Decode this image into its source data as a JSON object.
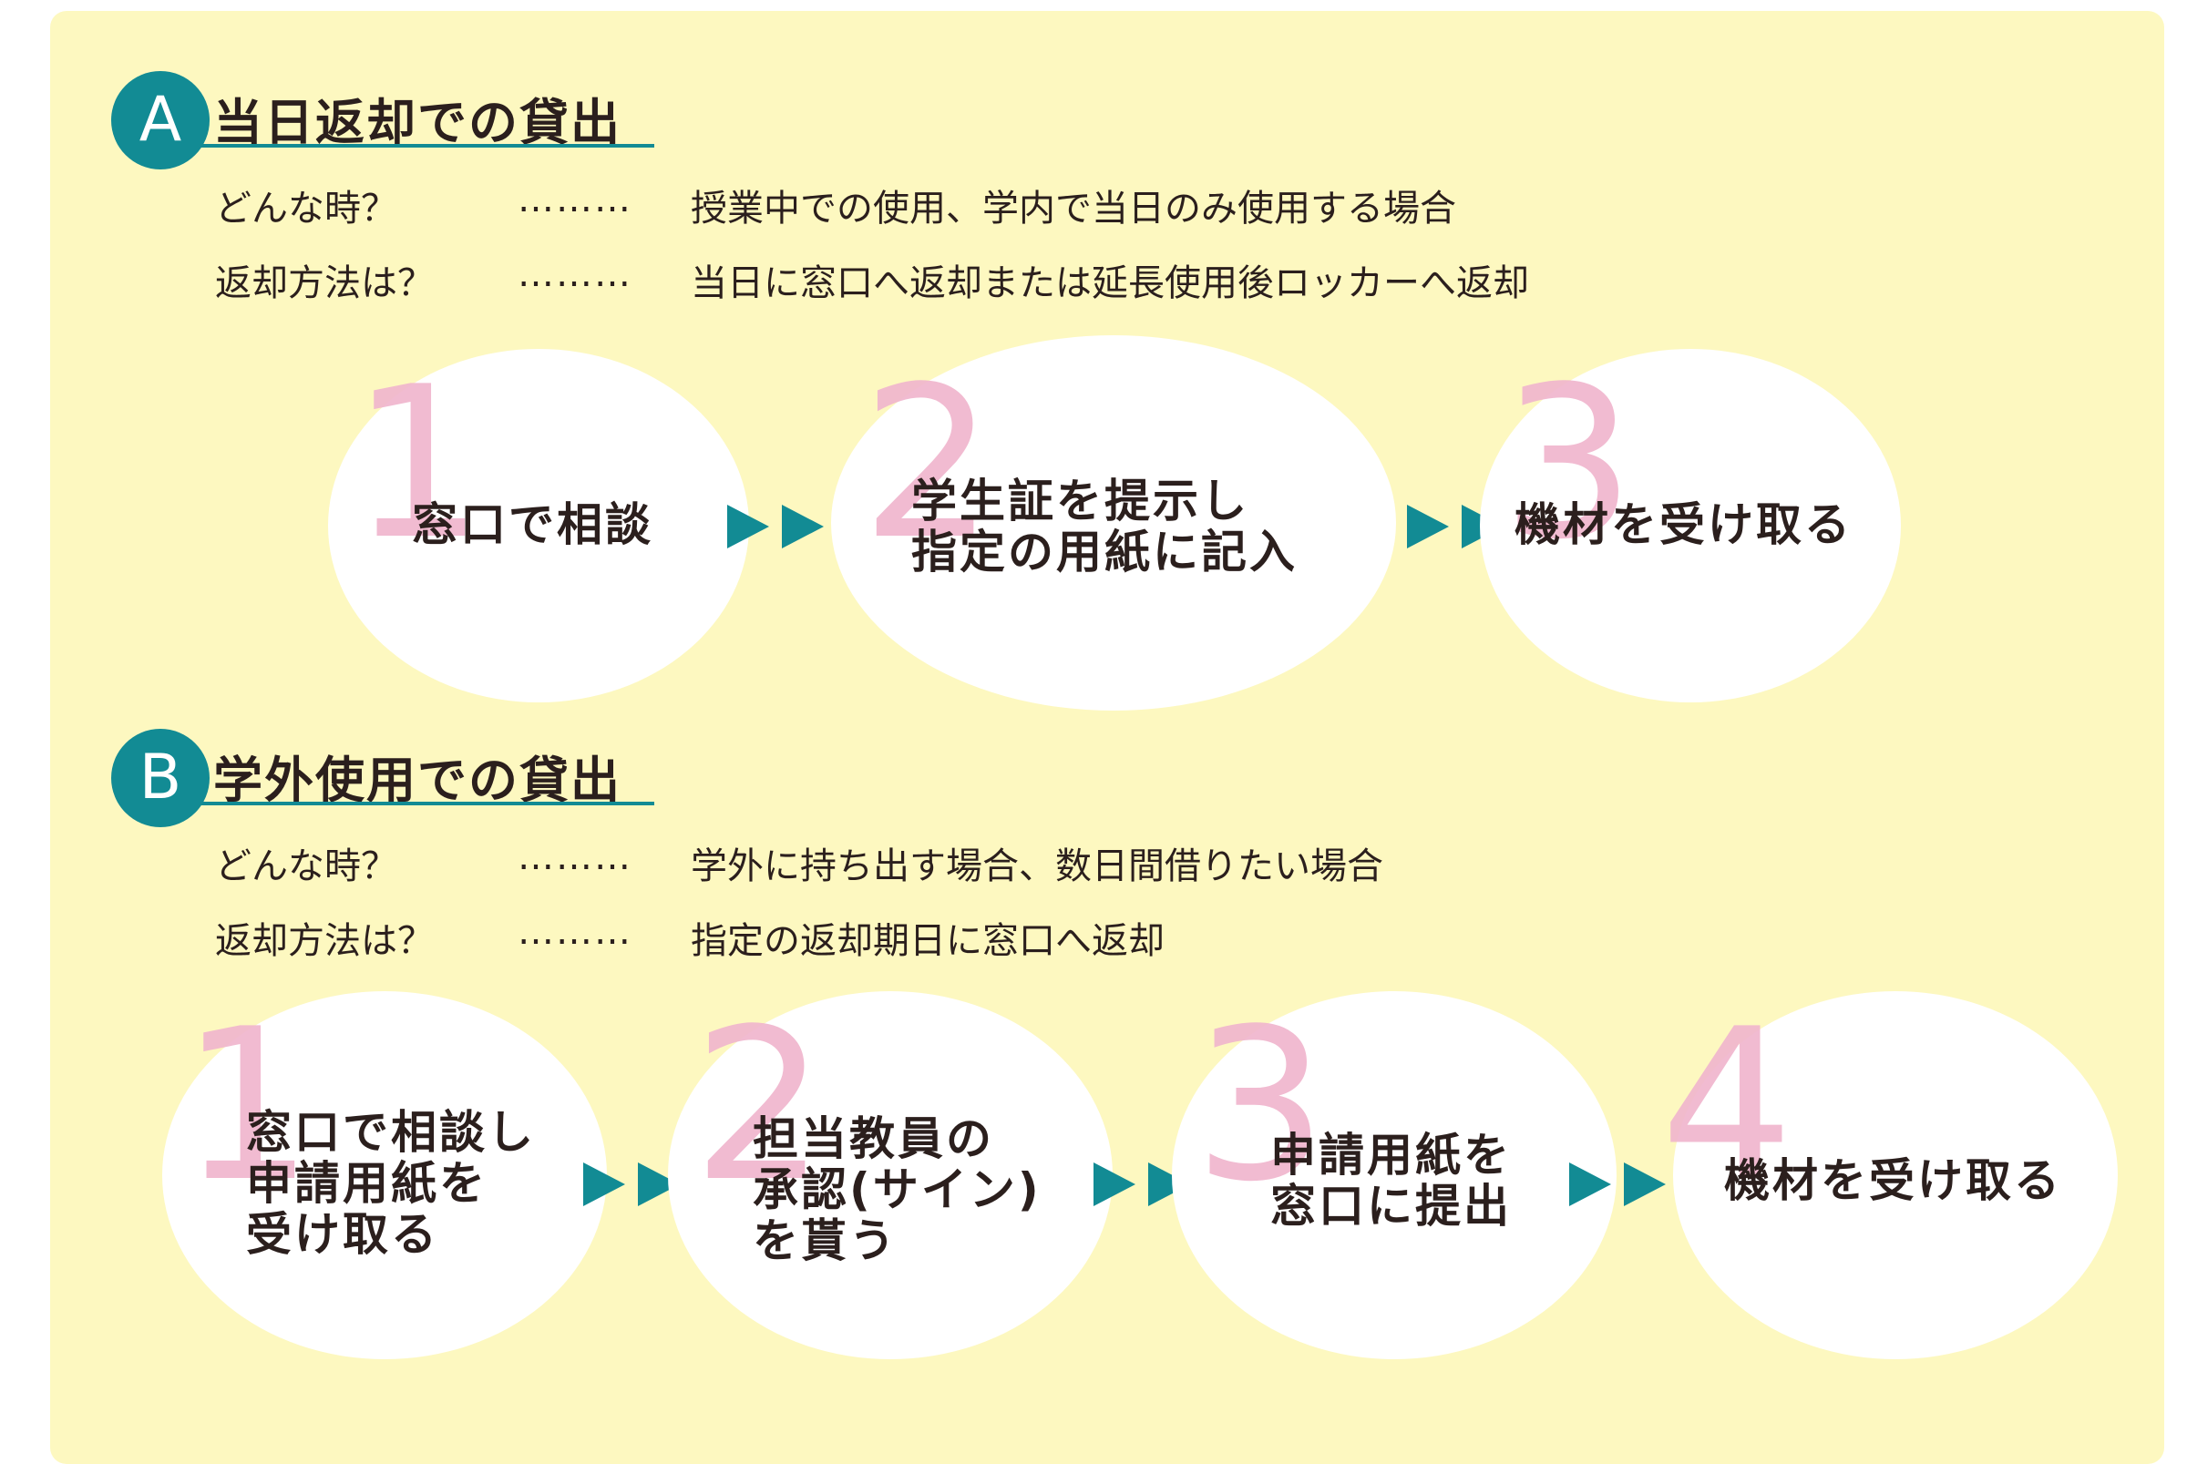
{
  "sections": [
    {
      "badge": "A",
      "title": "当日返却での貸出",
      "q1": "どんな時？",
      "dots": "………",
      "a1": "授業中での使用、学内で当日のみ使用する場合",
      "q2": "返却方法は？",
      "a2": "当日に窓口へ返却または延長使用後ロッカーへ返却",
      "steps": [
        {
          "num": "1",
          "lines": [
            "窓口で相談"
          ]
        },
        {
          "num": "2",
          "lines": [
            "学生証を提示し",
            "指定の用紙に記入"
          ]
        },
        {
          "num": "3",
          "lines": [
            "機材を受け取る"
          ]
        }
      ]
    },
    {
      "badge": "B",
      "title": "学外使用での貸出",
      "q1": "どんな時？",
      "dots": "………",
      "a1": "学外に持ち出す場合、数日間借りたい場合",
      "q2": "返却方法は？",
      "a2": "指定の返却期日に窓口へ返却",
      "steps": [
        {
          "num": "1",
          "lines": [
            "窓口で相談し",
            "申請用紙を",
            "受け取る"
          ]
        },
        {
          "num": "2",
          "lines": [
            "担当教員の",
            "承認(サイン)",
            "を貰う"
          ]
        },
        {
          "num": "3",
          "lines": [
            "申請用紙を",
            "窓口に提出"
          ]
        },
        {
          "num": "4",
          "lines": [
            "機材を受け取る"
          ]
        }
      ]
    }
  ],
  "colors": {
    "background": "#fdf8c0",
    "accent": "#128b94",
    "number": "#f0b6ce",
    "text": "#2b1f1d"
  }
}
